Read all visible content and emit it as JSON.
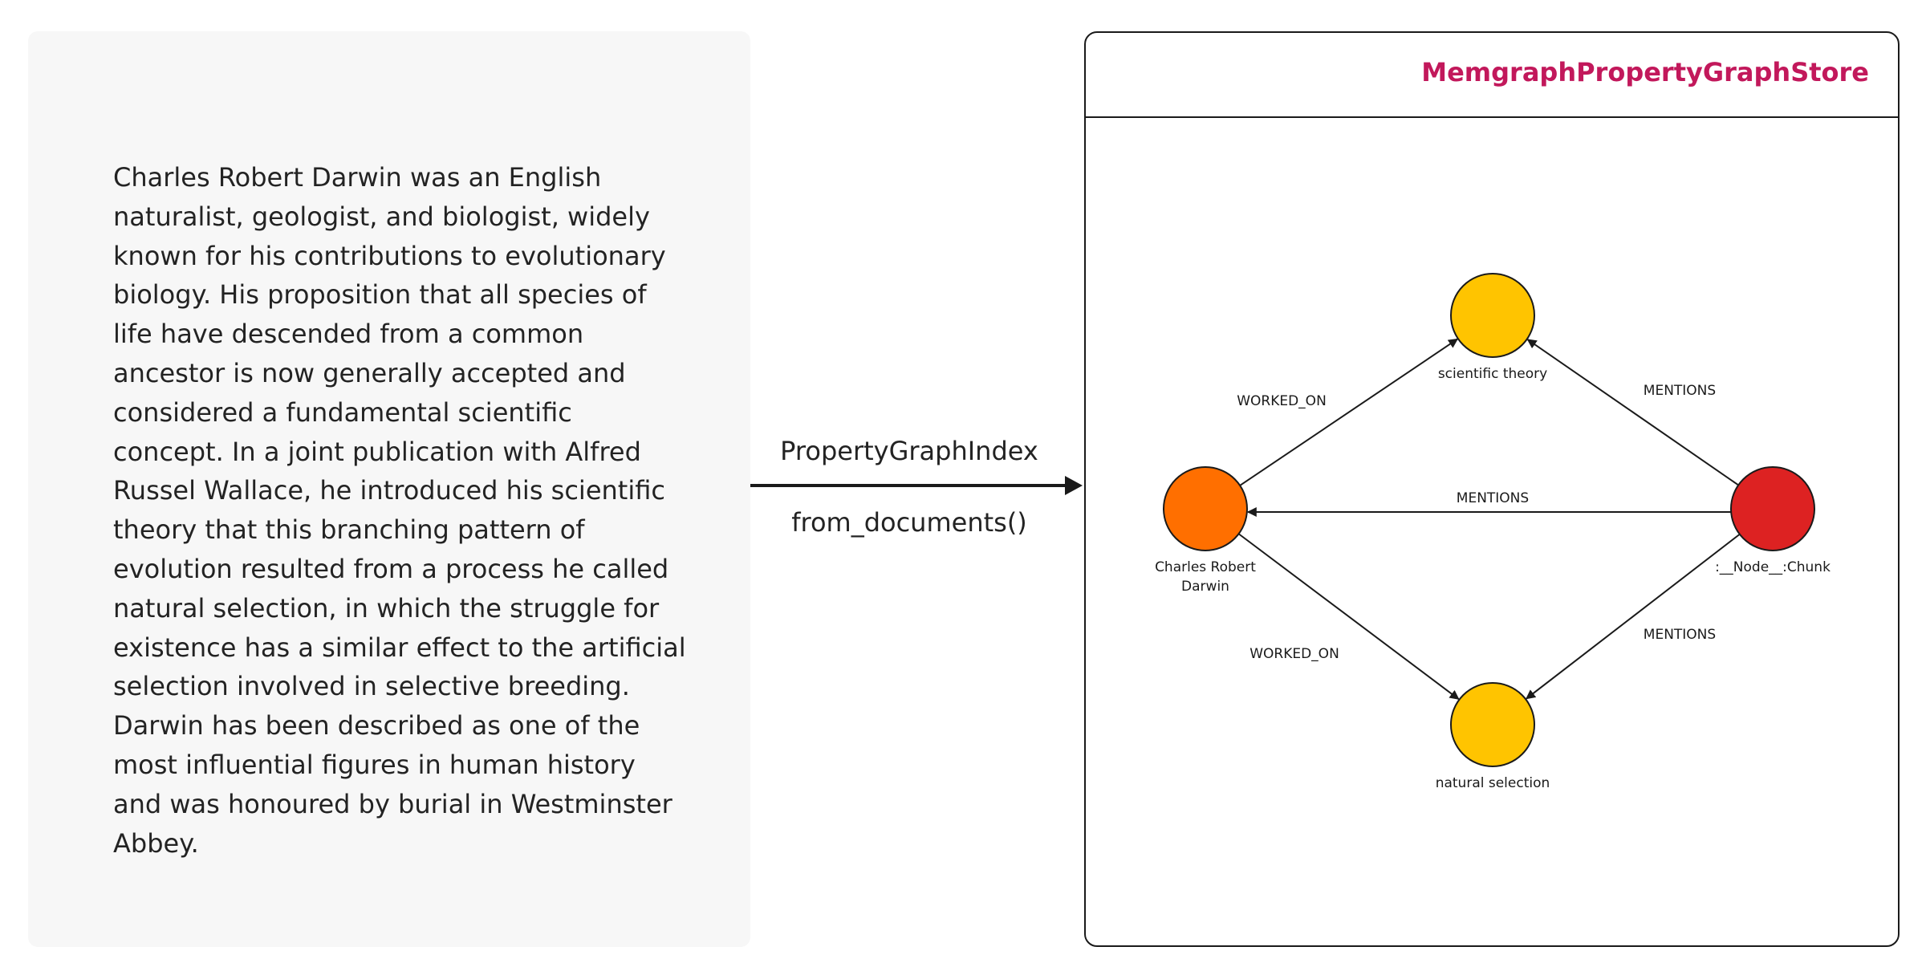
{
  "document": {
    "text": "Charles Robert Darwin was an English naturalist, geologist, and biologist, widely known for his contributions to evolutionary biology. His proposition that all species of life have descended from a common ancestor is now generally accepted and considered a fundamental scientific concept. In a joint publication with Alfred Russel Wallace, he introduced his scientific theory that this branching pattern of evolution resulted from a process he called natural selection, in which the struggle for existence has a similar effect to the artificial selection involved in selective breeding. Darwin has been described as one of the most influential figures in human history and was honoured by burial in Westminster Abbey."
  },
  "transform": {
    "label_top": "PropertyGraphIndex",
    "label_bottom": "from_documents()"
  },
  "store": {
    "title": "MemgraphPropertyGraphStore"
  },
  "graph": {
    "nodes": [
      {
        "id": "darwin",
        "label_lines": [
          "Charles Robert",
          "Darwin"
        ],
        "color": "#ff6f00"
      },
      {
        "id": "theory",
        "label_lines": [
          "scientific theory"
        ],
        "color": "#ffc400"
      },
      {
        "id": "selection",
        "label_lines": [
          "natural selection"
        ],
        "color": "#ffc400"
      },
      {
        "id": "chunk",
        "label_lines": [
          ":__Node__:Chunk"
        ],
        "color": "#dd2222"
      }
    ],
    "edges": [
      {
        "from": "darwin",
        "to": "theory",
        "label": "WORKED_ON"
      },
      {
        "from": "darwin",
        "to": "selection",
        "label": "WORKED_ON"
      },
      {
        "from": "chunk",
        "to": "theory",
        "label": "MENTIONS"
      },
      {
        "from": "chunk",
        "to": "darwin",
        "label": "MENTIONS"
      },
      {
        "from": "chunk",
        "to": "selection",
        "label": "MENTIONS"
      }
    ]
  }
}
